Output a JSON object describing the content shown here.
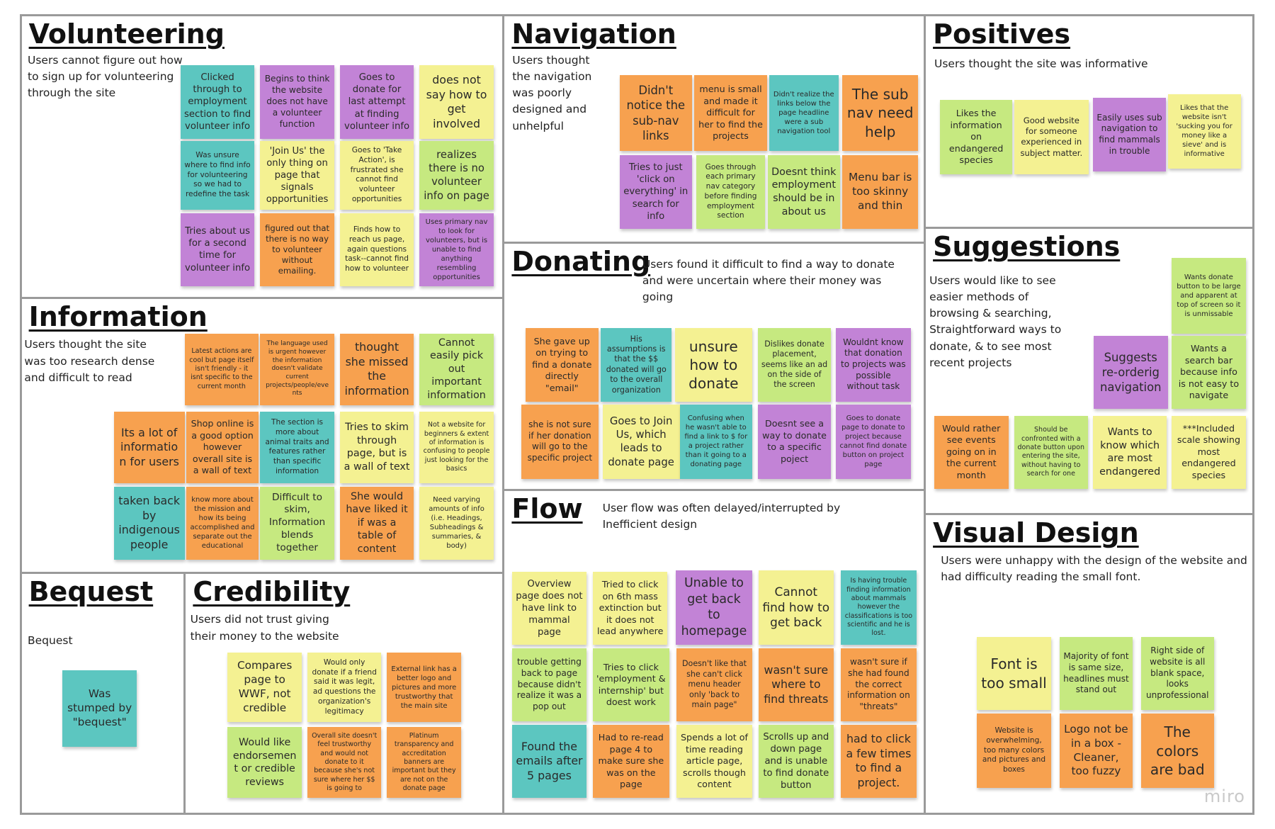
{
  "sections": [
    {
      "id": "volunteering",
      "title": "Volunteering",
      "description": "Users cannot figure out how to sign up for volunteering through the site"
    },
    {
      "id": "information",
      "title": "Information",
      "description": "Users thought the site was too research dense and difficult to read"
    },
    {
      "id": "bequest",
      "title": "Bequest",
      "description": "Bequest"
    },
    {
      "id": "credibility",
      "title": "Credibility",
      "description": "Users did not trust giving their money to the website"
    },
    {
      "id": "navigation",
      "title": "Navigation",
      "description": "Users thought the navigation was poorly designed and unhelpful"
    },
    {
      "id": "donating",
      "title": "Donating",
      "description": "Users found it difficult to find a way to donate and were uncertain where their money was going"
    },
    {
      "id": "flow",
      "title": "Flow",
      "description": "User flow was often delayed/interrupted by Inefficient design"
    },
    {
      "id": "positives",
      "title": "Positives",
      "description": "Users thought the site was informative"
    },
    {
      "id": "suggestions",
      "title": "Suggestions",
      "description": "Users would like to see easier methods of browsing & searching, Straightforward ways to donate, & to see most recent projects"
    },
    {
      "id": "visual-design",
      "title": "Visual Design",
      "description": "Users were unhappy with the design of the website and had difficulty reading the small font."
    }
  ],
  "notes": [
    {
      "section": "volunteering",
      "color": "teal",
      "text": "Clicked through to employment section to find volunteer info"
    },
    {
      "section": "volunteering",
      "color": "purple",
      "text": "Begins to think the website does not have a volunteer function"
    },
    {
      "section": "volunteering",
      "color": "purple",
      "text": "Goes to donate for last attempt at finding volunteer info"
    },
    {
      "section": "volunteering",
      "color": "yellow",
      "text": "does not say how to get involved"
    },
    {
      "section": "volunteering",
      "color": "teal",
      "text": "Was unsure where to find info for volunteering so we had to redefine the task"
    },
    {
      "section": "volunteering",
      "color": "yellow",
      "text": "'Join Us' the only thing on page that signals opportunities"
    },
    {
      "section": "volunteering",
      "color": "yellow",
      "text": "Goes to 'Take Action', is frustrated she cannot find volunteer opportunities"
    },
    {
      "section": "volunteering",
      "color": "green",
      "text": "realizes there is no volunteer info on page"
    },
    {
      "section": "volunteering",
      "color": "purple",
      "text": "Tries about us for a second time for volunteer info"
    },
    {
      "section": "volunteering",
      "color": "orange",
      "text": "figured out that there is no way to volunteer without emailing."
    },
    {
      "section": "volunteering",
      "color": "yellow",
      "text": "Finds how to reach us page, again questions task--cannot find how to volunteer"
    },
    {
      "section": "volunteering",
      "color": "purple",
      "text": "Uses primary nav to look for volunteers, but is unable to find anything resembling opportunities"
    },
    {
      "section": "information",
      "color": "orange",
      "text": "Latest actions are cool but page itself isn't friendly - it isnt specific to the current month"
    },
    {
      "section": "information",
      "color": "orange",
      "text": "The language used is urgent however the information doesn't validate current projects/people/events"
    },
    {
      "section": "information",
      "color": "orange",
      "text": "thought she missed the information"
    },
    {
      "section": "information",
      "color": "green",
      "text": "Cannot easily pick out important information"
    },
    {
      "section": "information",
      "color": "orange",
      "text": "Its a lot of information for users"
    },
    {
      "section": "information",
      "color": "orange",
      "text": "Shop online is a good option however overall site is a wall of text"
    },
    {
      "section": "information",
      "color": "teal",
      "text": "The section is more about animal traits and features rather than specific information"
    },
    {
      "section": "information",
      "color": "yellow",
      "text": "Tries to skim through page, but is a wall of text"
    },
    {
      "section": "information",
      "color": "yellow",
      "text": "Not a website for beginners & extent of information is confusing to people just looking for the basics"
    },
    {
      "section": "information",
      "color": "teal",
      "text": "taken back by indigenous people"
    },
    {
      "section": "information",
      "color": "orange",
      "text": "know more about the mission and how its being accomplished and separate out the educational"
    },
    {
      "section": "information",
      "color": "green",
      "text": "Difficult to skim, Information blends together"
    },
    {
      "section": "information",
      "color": "orange",
      "text": "She would have liked it if was a table of content"
    },
    {
      "section": "information",
      "color": "yellow",
      "text": "Need varying amounts of info (i.e. Headings, Subheadings & summaries, & body)"
    },
    {
      "section": "bequest",
      "color": "teal",
      "text": "Was stumped by \"bequest\""
    },
    {
      "section": "credibility",
      "color": "yellow",
      "text": "Compares page to WWF, not credible"
    },
    {
      "section": "credibility",
      "color": "yellow",
      "text": "Would only donate if a friend said it was legit, ad questions the organization's legitimacy"
    },
    {
      "section": "credibility",
      "color": "orange",
      "text": "External link has a better logo and pictures and more trustworthy that the main site"
    },
    {
      "section": "credibility",
      "color": "green",
      "text": "Would like endorsement or credible reviews"
    },
    {
      "section": "credibility",
      "color": "orange",
      "text": "Overall site doesn't feel trustworthy and would not donate to it because she's not sure where her $$ is going to"
    },
    {
      "section": "credibility",
      "color": "orange",
      "text": "Platinum transparency and accreditation banners are important but they are not on the donate page"
    },
    {
      "section": "navigation",
      "color": "orange",
      "text": "Didn't notice the sub-nav links"
    },
    {
      "section": "navigation",
      "color": "orange",
      "text": "menu is small and made it difficult for her to find the projects"
    },
    {
      "section": "navigation",
      "color": "teal",
      "text": "Didn't realize the links below the page headline were a sub navigation tool"
    },
    {
      "section": "navigation",
      "color": "orange",
      "text": "The sub nav need help"
    },
    {
      "section": "navigation",
      "color": "purple",
      "text": "Tries to just 'click on everything' in search for info"
    },
    {
      "section": "navigation",
      "color": "green",
      "text": "Goes through each primary nav category before finding employment section"
    },
    {
      "section": "navigation",
      "color": "green",
      "text": "Doesnt think employment should be in about us"
    },
    {
      "section": "navigation",
      "color": "orange",
      "text": "Menu bar is too skinny and thin"
    },
    {
      "section": "donating",
      "color": "orange",
      "text": "She gave up on trying to find a donate directly \"email\""
    },
    {
      "section": "donating",
      "color": "teal",
      "text": "His assumptions is that the $$ donated will go to the overall organization"
    },
    {
      "section": "donating",
      "color": "yellow",
      "text": "unsure how to donate"
    },
    {
      "section": "donating",
      "color": "green",
      "text": "Dislikes donate placement, seems like an ad on the side of the screen"
    },
    {
      "section": "donating",
      "color": "purple",
      "text": "Wouldnt know that donation to projects was possible without task"
    },
    {
      "section": "donating",
      "color": "orange",
      "text": "she is not sure if her donation will go to the specific project"
    },
    {
      "section": "donating",
      "color": "yellow",
      "text": "Goes to Join Us, which leads to donate page"
    },
    {
      "section": "donating",
      "color": "teal",
      "text": "Confusing when he wasn't able to find a link to $ for a project rather than it going to a donating page"
    },
    {
      "section": "donating",
      "color": "purple",
      "text": "Doesnt see a way to donate to a specific poject"
    },
    {
      "section": "donating",
      "color": "purple",
      "text": "Goes to donate page to donate to project because cannot find donate button on project page"
    },
    {
      "section": "flow",
      "color": "yellow",
      "text": "Overview page does not have link to mammal page"
    },
    {
      "section": "flow",
      "color": "yellow",
      "text": "Tried to click on 6th mass extinction but it does not lead anywhere"
    },
    {
      "section": "flow",
      "color": "purple",
      "text": "Unable to get back to homepage"
    },
    {
      "section": "flow",
      "color": "yellow",
      "text": "Cannot find how to get back"
    },
    {
      "section": "flow",
      "color": "teal",
      "text": "Is having trouble finding information about mammals however the classifications is too scientific and he is lost."
    },
    {
      "section": "flow",
      "color": "green",
      "text": "trouble getting back to page because didn't realize it was a pop out"
    },
    {
      "section": "flow",
      "color": "green",
      "text": "Tries to click 'employment & internship' but doest work"
    },
    {
      "section": "flow",
      "color": "orange",
      "text": "Doesn't like that she can't click menu header only 'back to main page\""
    },
    {
      "section": "flow",
      "color": "orange",
      "text": "wasn't sure where to find threats"
    },
    {
      "section": "flow",
      "color": "orange",
      "text": "wasn't sure if she had found the correct information on \"threats\""
    },
    {
      "section": "flow",
      "color": "teal",
      "text": "Found the emails after 5 pages"
    },
    {
      "section": "flow",
      "color": "orange",
      "text": "Had to re-read page 4 to make sure she was on the page"
    },
    {
      "section": "flow",
      "color": "yellow",
      "text": "Spends a lot of time reading article page, scrolls though content"
    },
    {
      "section": "flow",
      "color": "green",
      "text": "Scrolls up and down page and is unable to find donate button"
    },
    {
      "section": "flow",
      "color": "orange",
      "text": "had to click a few times to find a project."
    },
    {
      "section": "positives",
      "color": "green",
      "text": "Likes the information on endangered species"
    },
    {
      "section": "positives",
      "color": "yellow",
      "text": "Good website for someone experienced in subject matter."
    },
    {
      "section": "positives",
      "color": "purple",
      "text": "Easily uses sub navigation to find mammals in trouble"
    },
    {
      "section": "positives",
      "color": "yellow",
      "text": "Likes that the website isn't 'sucking you for money like a sieve' and is informative"
    },
    {
      "section": "suggestions",
      "color": "green",
      "text": "Wants donate button to be large and apparent at top of screen so it is unmissable"
    },
    {
      "section": "suggestions",
      "color": "purple",
      "text": "Suggests re-orderig navigation"
    },
    {
      "section": "suggestions",
      "color": "green",
      "text": "Wants a search bar because info is not easy to navigate"
    },
    {
      "section": "suggestions",
      "color": "orange",
      "text": "Would rather see events going on in the current month"
    },
    {
      "section": "suggestions",
      "color": "green",
      "text": "Should be confronted with a donate button upon entering the site, without having to search for one"
    },
    {
      "section": "suggestions",
      "color": "yellow",
      "text": "Wants to know which are most endangered"
    },
    {
      "section": "suggestions",
      "color": "yellow",
      "text": "***Included scale showing most endangered species"
    },
    {
      "section": "visual-design",
      "color": "yellow",
      "text": "Font is too small"
    },
    {
      "section": "visual-design",
      "color": "green",
      "text": "Majority of font is same size, headlines must stand out"
    },
    {
      "section": "visual-design",
      "color": "green",
      "text": "Right side of website is all blank space, looks unprofessional"
    },
    {
      "section": "visual-design",
      "color": "orange",
      "text": "Website is overwhelming, too many colors and pictures and boxes"
    },
    {
      "section": "visual-design",
      "color": "orange",
      "text": "Logo not be in a box - Cleaner, too fuzzy"
    },
    {
      "section": "visual-design",
      "color": "orange",
      "text": "The colors are bad"
    }
  ],
  "watermark": "miro",
  "colors": {
    "teal": "#5cc6c0",
    "purple": "#c283d6",
    "orange": "#f7a14f",
    "yellow": "#f4f192",
    "green": "#c6e980",
    "border": "#9a9a9a"
  }
}
